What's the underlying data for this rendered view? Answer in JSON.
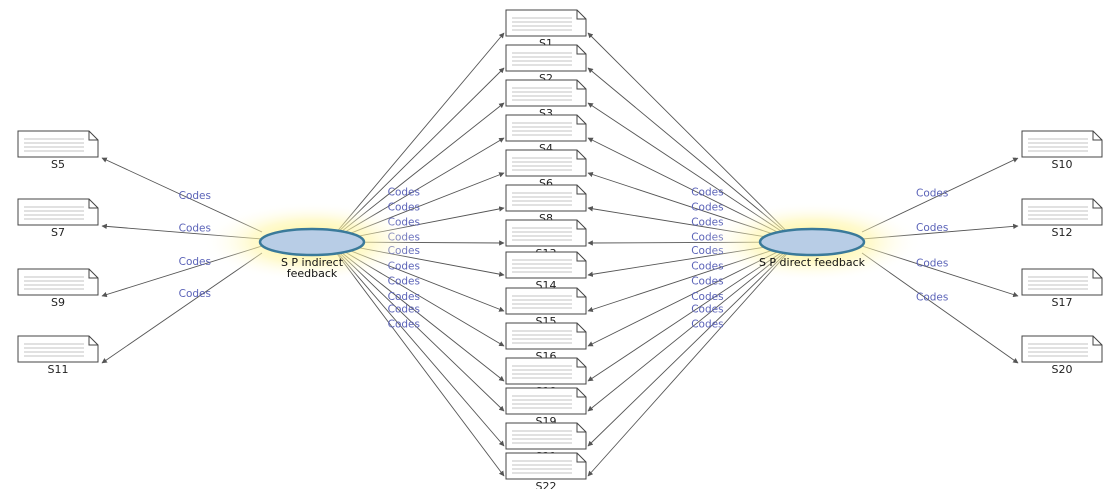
{
  "hubs": [
    {
      "id": "indirect",
      "label_lines": [
        "S P indirect",
        "feedback"
      ]
    },
    {
      "id": "direct",
      "label_lines": [
        "S P direct feedback"
      ]
    }
  ],
  "edge_label": "Codes",
  "center_docs": [
    "S1",
    "S2",
    "S3",
    "S4",
    "S6",
    "S8",
    "S13",
    "S14",
    "S15",
    "S16",
    "S18",
    "S19",
    "S21",
    "S22"
  ],
  "left_docs": [
    "S5",
    "S7",
    "S9",
    "S11"
  ],
  "right_docs": [
    "S10",
    "S12",
    "S17",
    "S20"
  ],
  "colors": {
    "hub_fill": "#b8cde6",
    "hub_stroke": "#3a7a9a",
    "glow": "#fff27a",
    "edge": "#555555",
    "edge_label": "#5b63b8",
    "doc_stroke": "#444444"
  }
}
